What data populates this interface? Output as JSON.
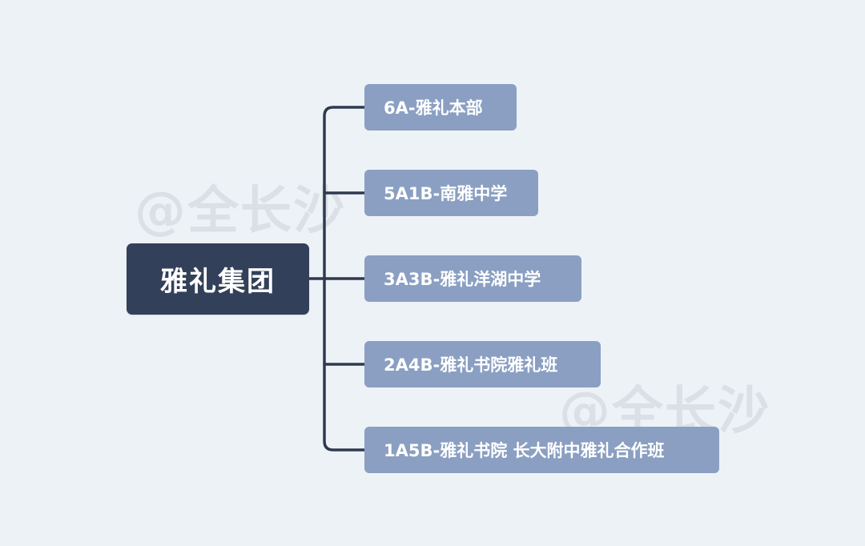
{
  "diagram": {
    "root": {
      "label": "雅礼集团"
    },
    "children": [
      {
        "label": "6A-雅礼本部"
      },
      {
        "label": "5A1B-南雅中学"
      },
      {
        "label": "3A3B-雅礼洋湖中学"
      },
      {
        "label": "2A4B-雅礼书院雅礼班"
      },
      {
        "label": "1A5B-雅礼书院 长大附中雅礼合作班"
      }
    ]
  },
  "watermarks": [
    {
      "text": "@全长沙"
    },
    {
      "text": "@全长沙"
    }
  ],
  "colors": {
    "background": "#edf2f7",
    "root_fill": "#334059",
    "child_fill": "#8a9fc2",
    "connector": "#2f3a4f",
    "watermark": "#dadfe6"
  }
}
